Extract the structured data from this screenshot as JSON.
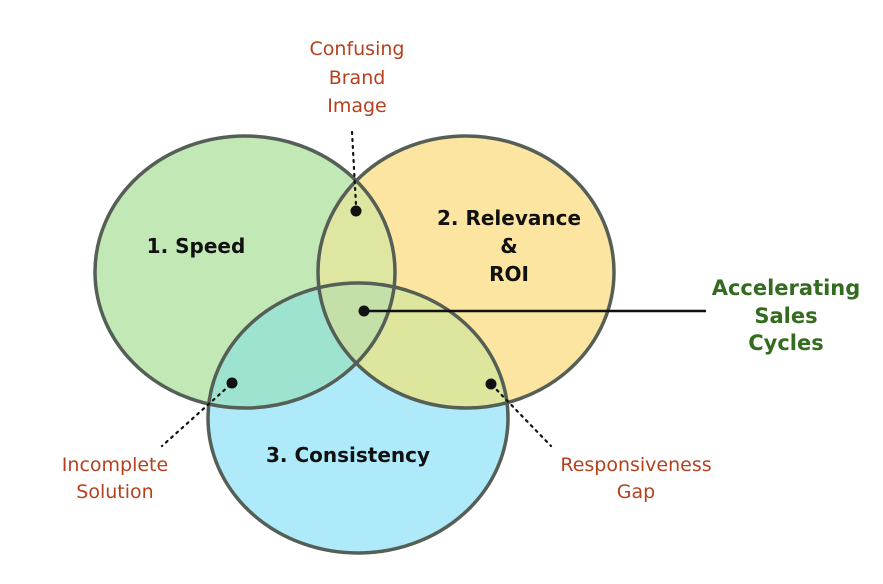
{
  "colors": {
    "speed_fill": "#c2e8b6",
    "relevance_fill": "#fce5a0",
    "consistency_fill": "#aeeafa",
    "speed_relevance_overlap": "#dfe6a2",
    "speed_consistency_overlap": "#9ee3d0",
    "relevance_consistency_overlap": "#dde69c",
    "center_overlap": "#c4e0a8",
    "circle_stroke": "#555f56",
    "callout_text": "#b5401e",
    "center_text": "#336b1f",
    "connector": "#111111"
  },
  "circles": {
    "speed": {
      "label": "1. Speed"
    },
    "relevance": {
      "label_line1": "2. Relevance",
      "label_line2": "&",
      "label_line3": "ROI"
    },
    "consistency": {
      "label": "3. Consistency"
    }
  },
  "callouts": {
    "top": {
      "line1": "Confusing",
      "line2": "Brand",
      "line3": "Image"
    },
    "left": {
      "line1": "Incomplete",
      "line2": "Solution"
    },
    "right": {
      "line1": "Responsiveness",
      "line2": "Gap"
    }
  },
  "center": {
    "line1": "Accelerating",
    "line2": "Sales",
    "line3": "Cycles"
  }
}
